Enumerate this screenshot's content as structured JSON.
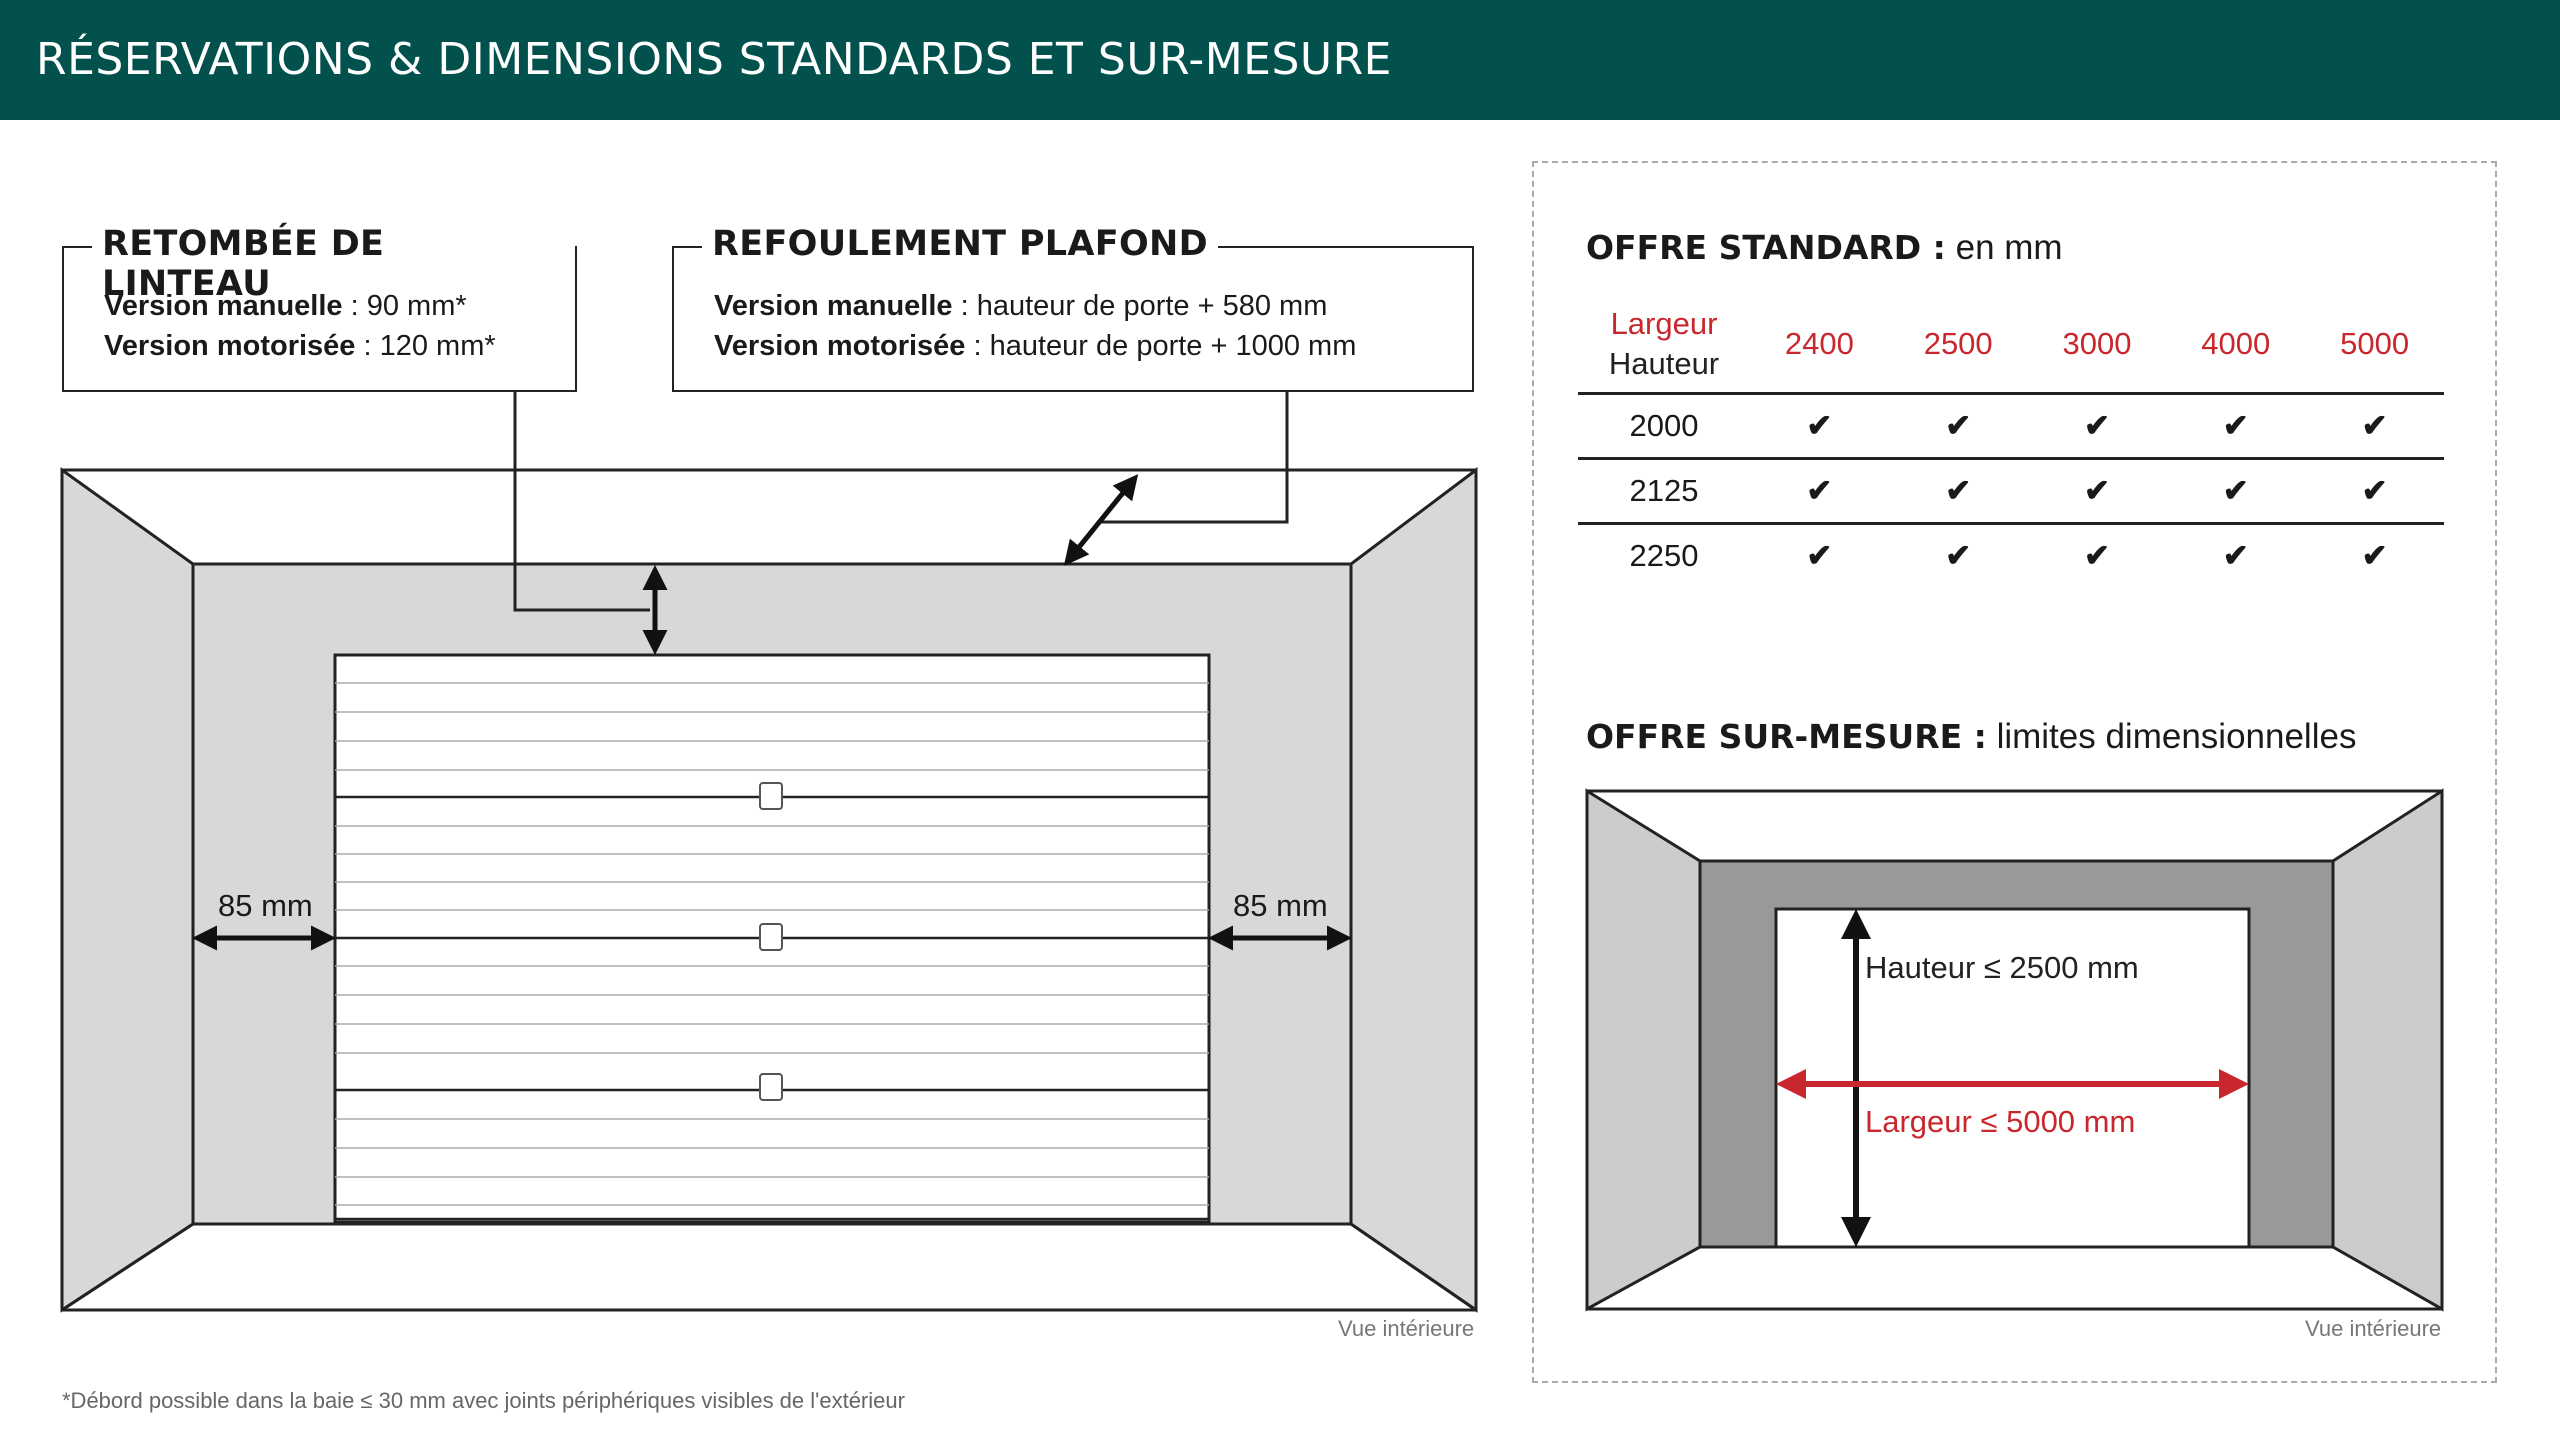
{
  "header": {
    "title": "RÉSERVATIONS & DIMENSIONS STANDARDS ET SUR-MESURE"
  },
  "callouts": {
    "linteau": {
      "title": "RETOMBÉE DE LINTEAU",
      "manual_label": "Version manuelle",
      "manual_value": " : 90 mm*",
      "motor_label": "Version motorisée",
      "motor_value": " : 120 mm*"
    },
    "plafond": {
      "title": "REFOULEMENT PLAFOND",
      "manual_label": "Version manuelle",
      "manual_value": " : hauteur de porte + 580 mm",
      "motor_label": "Version motorisée",
      "motor_value": " : hauteur de porte + 1000 mm"
    }
  },
  "main_diagram": {
    "left_clearance": "85 mm",
    "right_clearance": "85 mm",
    "caption": "Vue intérieure"
  },
  "footnote": "*Débord possible dans la baie ≤ 30 mm avec joints périphériques visibles de l'extérieur",
  "standard_offer": {
    "title_bold": "OFFRE STANDARD :",
    "title_rest": " en mm",
    "corner_width_label": "Largeur",
    "corner_height_label": "Hauteur",
    "widths": [
      "2400",
      "2500",
      "3000",
      "4000",
      "5000"
    ],
    "rows": [
      {
        "height": "2000",
        "marks": [
          "✔",
          "✔",
          "✔",
          "✔",
          "✔"
        ]
      },
      {
        "height": "2125",
        "marks": [
          "✔",
          "✔",
          "✔",
          "✔",
          "✔"
        ]
      },
      {
        "height": "2250",
        "marks": [
          "✔",
          "✔",
          "✔",
          "✔",
          "✔"
        ]
      }
    ]
  },
  "custom_offer": {
    "title_bold": "OFFRE SUR-MESURE :",
    "title_rest": " limites dimensionnelles",
    "height_limit": "Hauteur ≤ 2500 mm",
    "width_limit": "Largeur ≤ 5000 mm",
    "caption": "Vue intérieure"
  },
  "colors": {
    "header_bg": "#02514c",
    "accent_red": "#c8282d",
    "wall_light": "#d8d8d8",
    "wall_dark": "#999999"
  }
}
